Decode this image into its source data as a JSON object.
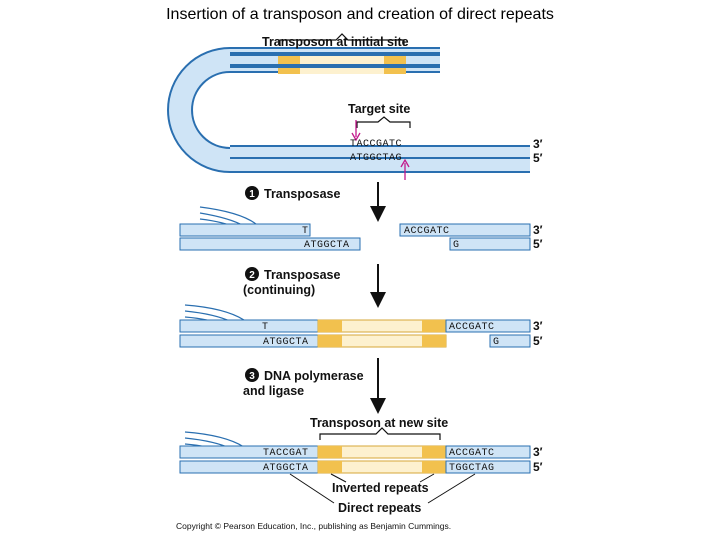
{
  "title": "Insertion of a transposon and creation of direct repeats",
  "labels": {
    "initial_site": "Transposon at initial site",
    "target_site": "Target site",
    "step1_num": "1",
    "step1": "Transposase",
    "step2_num": "2",
    "step2_line1": "Transposase",
    "step2_line2": "(continuing)",
    "step3_num": "3",
    "step3_line1": "DNA polymerase",
    "step3_line2": "and ligase",
    "new_site": "Transposon at new site",
    "inverted_repeats": "Inverted repeats",
    "direct_repeats": "Direct repeats"
  },
  "ends": {
    "three_prime": "3′",
    "five_prime": "5′"
  },
  "sequences": {
    "target_top": "TACCGATC",
    "target_bottom": "ATGGCTAG",
    "s1_top_left": "T",
    "s1_top_right": "ACCGATC",
    "s1_bottom_left": "ATGGCTA",
    "s1_bottom_right": "G",
    "s2_top_left": "T",
    "s2_top_right": "ACCGATC",
    "s2_bottom_left": "ATGGCTA",
    "s2_bottom_right": "G",
    "s3_top_left": "TACCGAT",
    "s3_top_right": "ACCGATC",
    "s3_bottom_left": "ATGGCTA",
    "s3_bottom_right": "TGGCTAG"
  },
  "copyright": "Copyright © Pearson Education, Inc., publishing as Benjamin Cummings.",
  "colors": {
    "dna_fill": "#cfe4f6",
    "dna_edge": "#2a6fb0",
    "dna_dark": "#3f8fd0",
    "transposon_light": "#fdf1cf",
    "transposon_ir": "#f2c14e",
    "arrow_pink": "#c2188b"
  }
}
